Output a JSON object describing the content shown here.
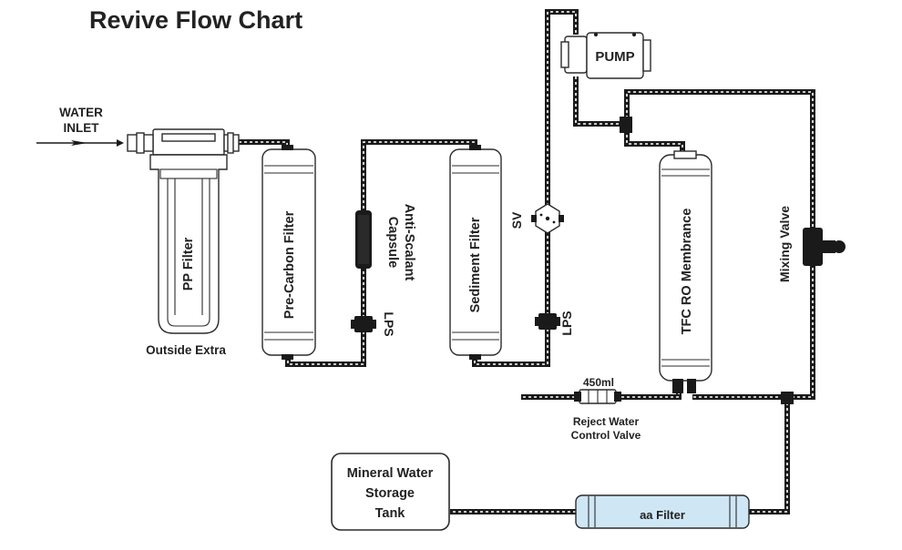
{
  "title": "Revive Flow Chart",
  "labels": {
    "water_inlet_line1": "WATER",
    "water_inlet_line2": "INLET",
    "pp_filter": "PP Filter",
    "outside_extra": "Outside Extra",
    "pre_carbon_filter": "Pre-Carbon Filter",
    "anti_scalant_line1": "Anti-Scalant",
    "anti_scalant_line2": "Capsule",
    "lps_1": "LPS",
    "sediment_filter": "Sediment Filter",
    "sv": "SV",
    "lps_2": "LPS",
    "pump": "PUMP",
    "tfc_ro_membrane": "TFC RO Membrance",
    "mixing_valve": "Mixing Valve",
    "flow_rate": "450ml",
    "reject_line1": "Reject Water",
    "reject_line2": "Control Valve",
    "storage_line1": "Mineral Water",
    "storage_line2": "Storage",
    "storage_line3": "Tank",
    "aa_filter": "aa Filter"
  },
  "colors": {
    "pipe": "#1a1a1a",
    "text": "#222222",
    "aa_filter_fill": "#cfe6f5"
  }
}
